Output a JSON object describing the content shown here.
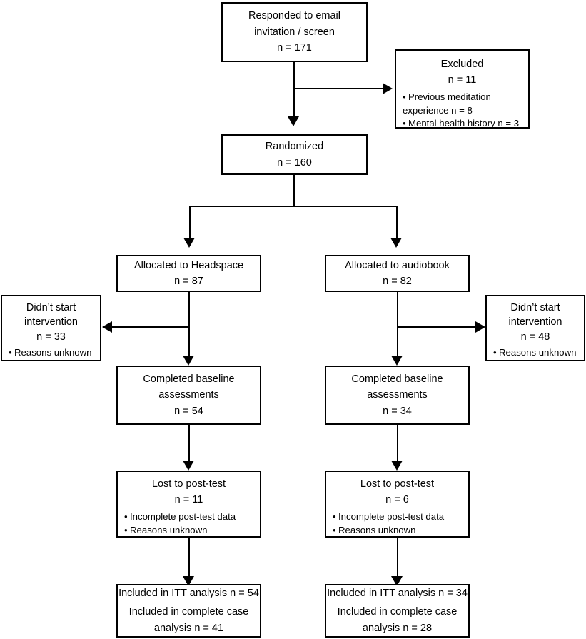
{
  "diagram": {
    "type": "consort-flow-diagram",
    "title": "",
    "nodes": {
      "responded": {
        "lines": [
          "Responded to email",
          "invitation / screen",
          "n = 171"
        ],
        "bullets": []
      },
      "excluded": {
        "lines": [
          "Excluded",
          "n = 11"
        ],
        "bullets": [
          "Previous meditation experience n = 8",
          "Mental health history n = 3"
        ]
      },
      "randomized": {
        "lines": [
          "Randomized",
          "n = 160"
        ],
        "bullets": []
      },
      "allocated_headspace": {
        "lines": [
          "Allocated to Headspace",
          "n = 87"
        ],
        "bullets": []
      },
      "allocated_audiobook": {
        "lines": [
          "Allocated to audiobook",
          "n = 82"
        ],
        "bullets": []
      },
      "didnt_start_left": {
        "lines": [
          "Didn’t start",
          "intervention",
          "n = 33"
        ],
        "bullets": [
          "Reasons unknown"
        ]
      },
      "didnt_start_right": {
        "lines": [
          "Didn’t start",
          "intervention",
          "n = 48"
        ],
        "bullets": [
          "Reasons unknown"
        ]
      },
      "baseline_left": {
        "lines": [
          "Completed baseline",
          "assessments",
          "n = 54"
        ],
        "bullets": []
      },
      "baseline_right": {
        "lines": [
          "Completed baseline",
          "assessments",
          "n = 34"
        ],
        "bullets": []
      },
      "lost_left": {
        "lines": [
          "Lost to post-test",
          "n = 11"
        ],
        "bullets": [
          "Incomplete post-test data",
          "Reasons unknown"
        ]
      },
      "lost_right": {
        "lines": [
          "Lost to post-test",
          "n = 6"
        ],
        "bullets": [
          "Incomplete post-test data",
          "Reasons unknown"
        ]
      },
      "analysis_left": {
        "lines": [
          "Included in ITT analysis n = 54",
          "Included in complete case",
          "analysis n = 41"
        ],
        "bullets": []
      },
      "analysis_right": {
        "lines": [
          "Included in ITT analysis n = 34",
          "Included in complete case",
          "analysis n = 28"
        ],
        "bullets": []
      }
    },
    "bullet_glyph": "•",
    "stroke_color": "#000000",
    "background_color": "#ffffff"
  }
}
